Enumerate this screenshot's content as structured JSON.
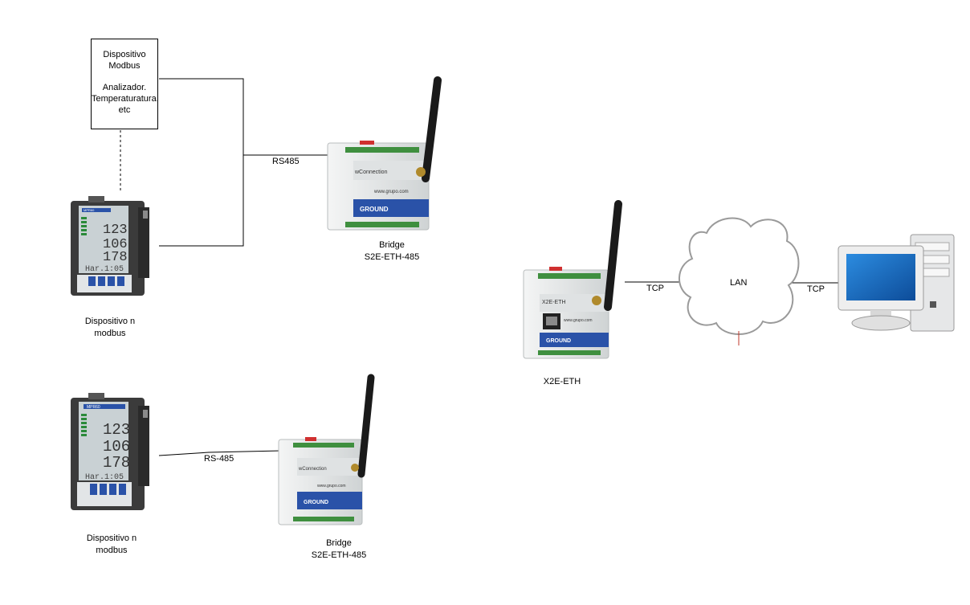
{
  "modbus_box": {
    "line1": "Dispositivo",
    "line2": "Modbus",
    "line3": "Analizador.",
    "line4": "Temperaturatura,",
    "line5": "etc"
  },
  "meter1": {
    "name_l1": "Dispositivo n",
    "name_l2": "modbus",
    "readings": [
      "123",
      "106",
      "178"
    ],
    "footer": "Har.1:05",
    "brand": "MPR60"
  },
  "meter2": {
    "name_l1": "Dispositivo n",
    "name_l2": "modbus",
    "readings": [
      "123",
      "106",
      "178"
    ],
    "footer": "Har.1:05",
    "brand": "MPR60"
  },
  "links": {
    "rs485_top": "RS485",
    "rs485_bottom": "RS-485",
    "tcp_left": "TCP",
    "tcp_right": "TCP"
  },
  "bridge1": {
    "name_l1": "Bridge",
    "name_l2": "S2E-ETH-485",
    "panel": "wConnection",
    "url": "www.grupo.com",
    "logo": "GROUND"
  },
  "bridge2": {
    "name_l1": "Bridge",
    "name_l2": "S2E-ETH-485",
    "panel": "wConnection",
    "url": "www.grupo.com",
    "logo": "GROUND"
  },
  "gateway": {
    "name": "X2E-ETH",
    "panel": "X2E-ETH",
    "url": "www.grupo.com",
    "logo": "GROUND"
  },
  "cloud": {
    "label": "LAN"
  },
  "colors": {
    "device_body": "#e4e6e6",
    "device_blue": "#2a52a8",
    "terminal_green": "#3f8f3f",
    "screen_blue": "#1f6fc4"
  }
}
